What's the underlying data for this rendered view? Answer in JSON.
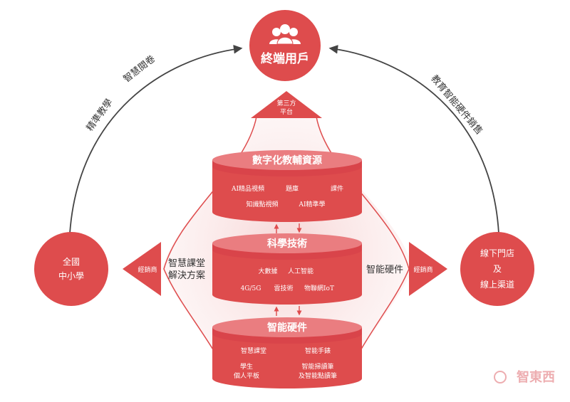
{
  "colors": {
    "primary": "#de4c4d",
    "cylinder_top": "#ea7d80",
    "cylinder_band": "#d9444a",
    "glow": "#f3c3c3",
    "arc": "#444444",
    "label_dark": "#333333"
  },
  "top_node": {
    "label": "終端用戶",
    "icon": "users-icon"
  },
  "left_node": {
    "line1": "全國",
    "line2": "中小學"
  },
  "right_node": {
    "line1": "線下門店",
    "line2": "及",
    "line3": "線上渠道"
  },
  "third_party": {
    "line1": "第三方",
    "line2": "平台"
  },
  "left_arc_labels": {
    "part1": "精準教學",
    "part2": "智慧閱卷"
  },
  "right_arc_label": "教育智能硬件銷售",
  "left_arrow": {
    "inner_label": "經銷商",
    "side_line1": "智慧課堂",
    "side_line2": "解決方案"
  },
  "right_arrow": {
    "inner_label": "經銷商",
    "side_label": "智能硬件"
  },
  "cylinders": [
    {
      "title": "數字化教輔資源",
      "items": [
        "AI精品視頻",
        "題庫",
        "課件",
        "知識點視頻",
        "AI精準學"
      ]
    },
    {
      "title": "科學技術",
      "items": [
        "大數據",
        "人工智能",
        "4G/5G",
        "雲技術",
        "物聯網IoT"
      ]
    },
    {
      "title": "智能硬件",
      "items": [
        "智慧課堂",
        "智能手錶",
        "學生",
        "個人平板",
        "智能掃讀筆",
        "及智能點讀筆"
      ]
    }
  ],
  "watermark": "智東西"
}
